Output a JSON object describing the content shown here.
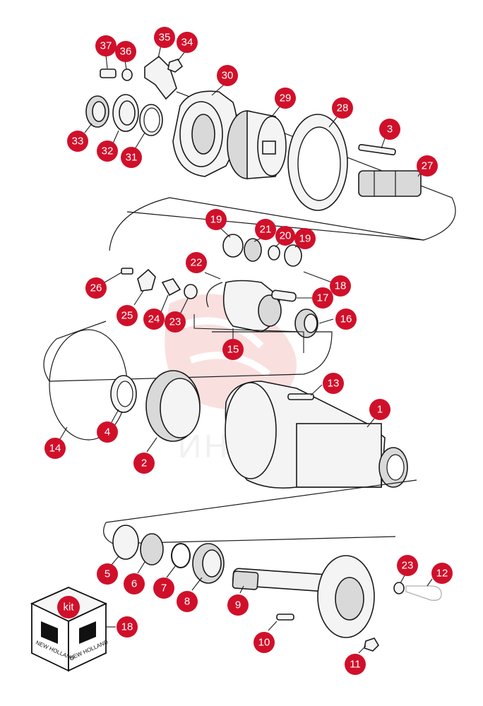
{
  "watermark": {
    "text": "ИНТЕХ",
    "color": "#f7c6c6"
  },
  "accent_color": "#d0102a",
  "kit": {
    "label": "kit",
    "brand": "NEW HOLLAND",
    "part_number": "18"
  },
  "callouts": [
    "37",
    "36",
    "35",
    "34",
    "30",
    "29",
    "28",
    "3",
    "27",
    "33",
    "32",
    "31",
    "19",
    "21",
    "20",
    "19",
    "22",
    "18",
    "26",
    "25",
    "24",
    "23",
    "17",
    "16",
    "15",
    "13",
    "1",
    "14",
    "4",
    "2",
    "5",
    "6",
    "7",
    "8",
    "9",
    "23",
    "12",
    "10",
    "11"
  ]
}
